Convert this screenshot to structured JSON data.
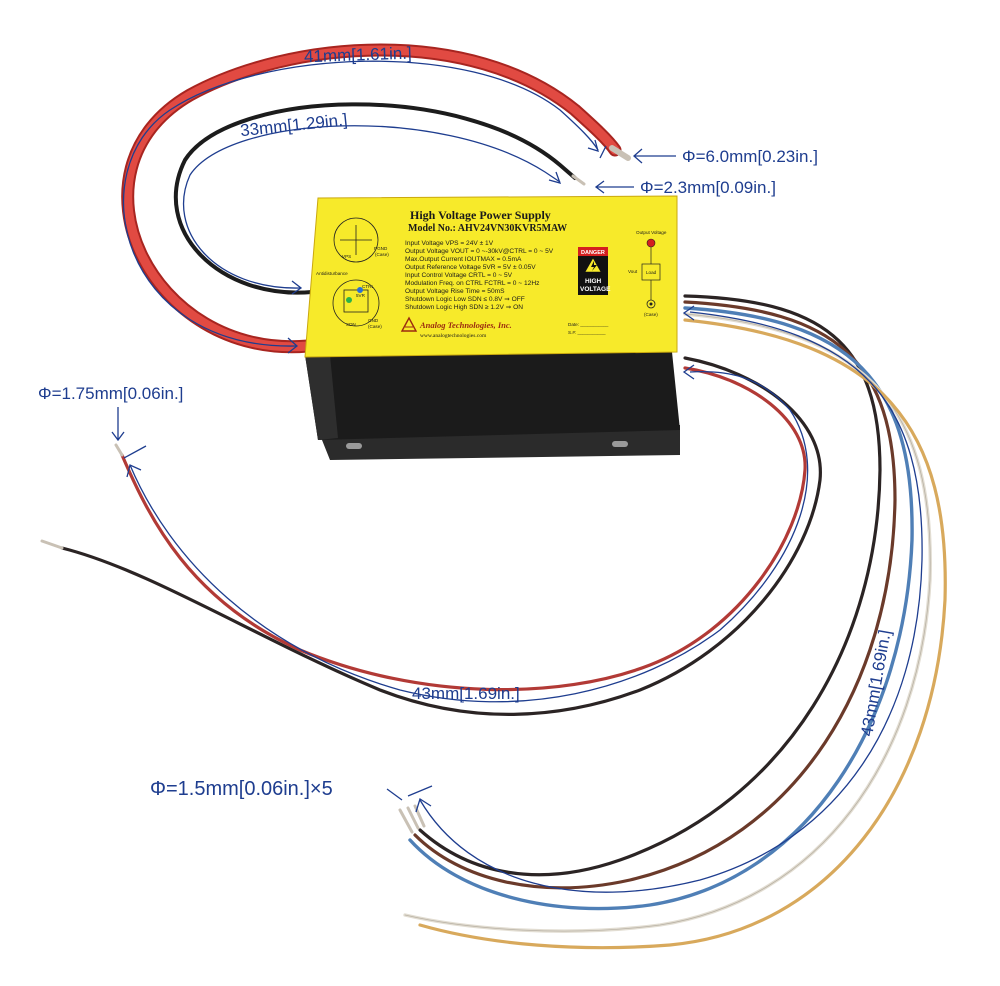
{
  "label": {
    "title": "High Voltage Power Supply",
    "model": "Model No.: AHV24VN30KVR5MAW",
    "specs": [
      "Input Voltage VPS = 24V ± 1V",
      "Output Voltage VOUT = 0 ~-30kV@CTRL = 0 ~ 5V",
      "Max.Output Current IOUTMAX = 0.5mA",
      "Output Reference Voltage 5VR = 5V ± 0.05V",
      "Input Control Voltage CRTL = 0 ~ 5V",
      "Modulation Freq. on CTRL FCTRL = 0 ~ 12Hz",
      "Output Voltage Rise Time = 50mS",
      "Shutdown Logic Low SDN ≤ 0.8V ⇒ OFF",
      "Shutdown Logic High SDN ≥ 1.2V ⇒ ON"
    ],
    "brand": "Analog Technologies, Inc.",
    "url": "www.analogtechnologies.com",
    "danger": "DANGER",
    "high": "HIGH",
    "voltage": "VOLTAGE",
    "output_voltage": "Output Voltage",
    "load": "Load",
    "vout": "Vout",
    "case_right": "(Case)",
    "date": "Date: ___________",
    "sn": "S.#: ___________",
    "vps": "VPS",
    "pgnd": "PGND",
    "case1": "(Case)",
    "antidisturb": "Antidisturbance",
    "sdn": "SDN",
    "gnd": "GND",
    "case2": "(Case)",
    "vr": "5VR",
    "ctrl": "CTRL"
  },
  "dimensions": {
    "red_length": "41mm[1.61in.]",
    "black_length": "33mm[1.29in.]",
    "red_diameter": "Φ=6.0mm[0.23in.]",
    "black_diameter": "Φ=2.3mm[0.09in.]",
    "left_wire_diameter": "Φ=1.75mm[0.06in.]",
    "left_wire_length": "43mm[1.69in.]",
    "right_wires_length": "43mm[1.69in.]",
    "bundle_diameter": "Φ=1.5mm[0.06in.]×5"
  },
  "colors": {
    "label_yellow": "#f7ea2a",
    "housing_black": "#1c1c1c",
    "red_wire": "#d63a34",
    "dimension_blue": "#1e3d8f",
    "danger_red": "#d41f1f"
  }
}
